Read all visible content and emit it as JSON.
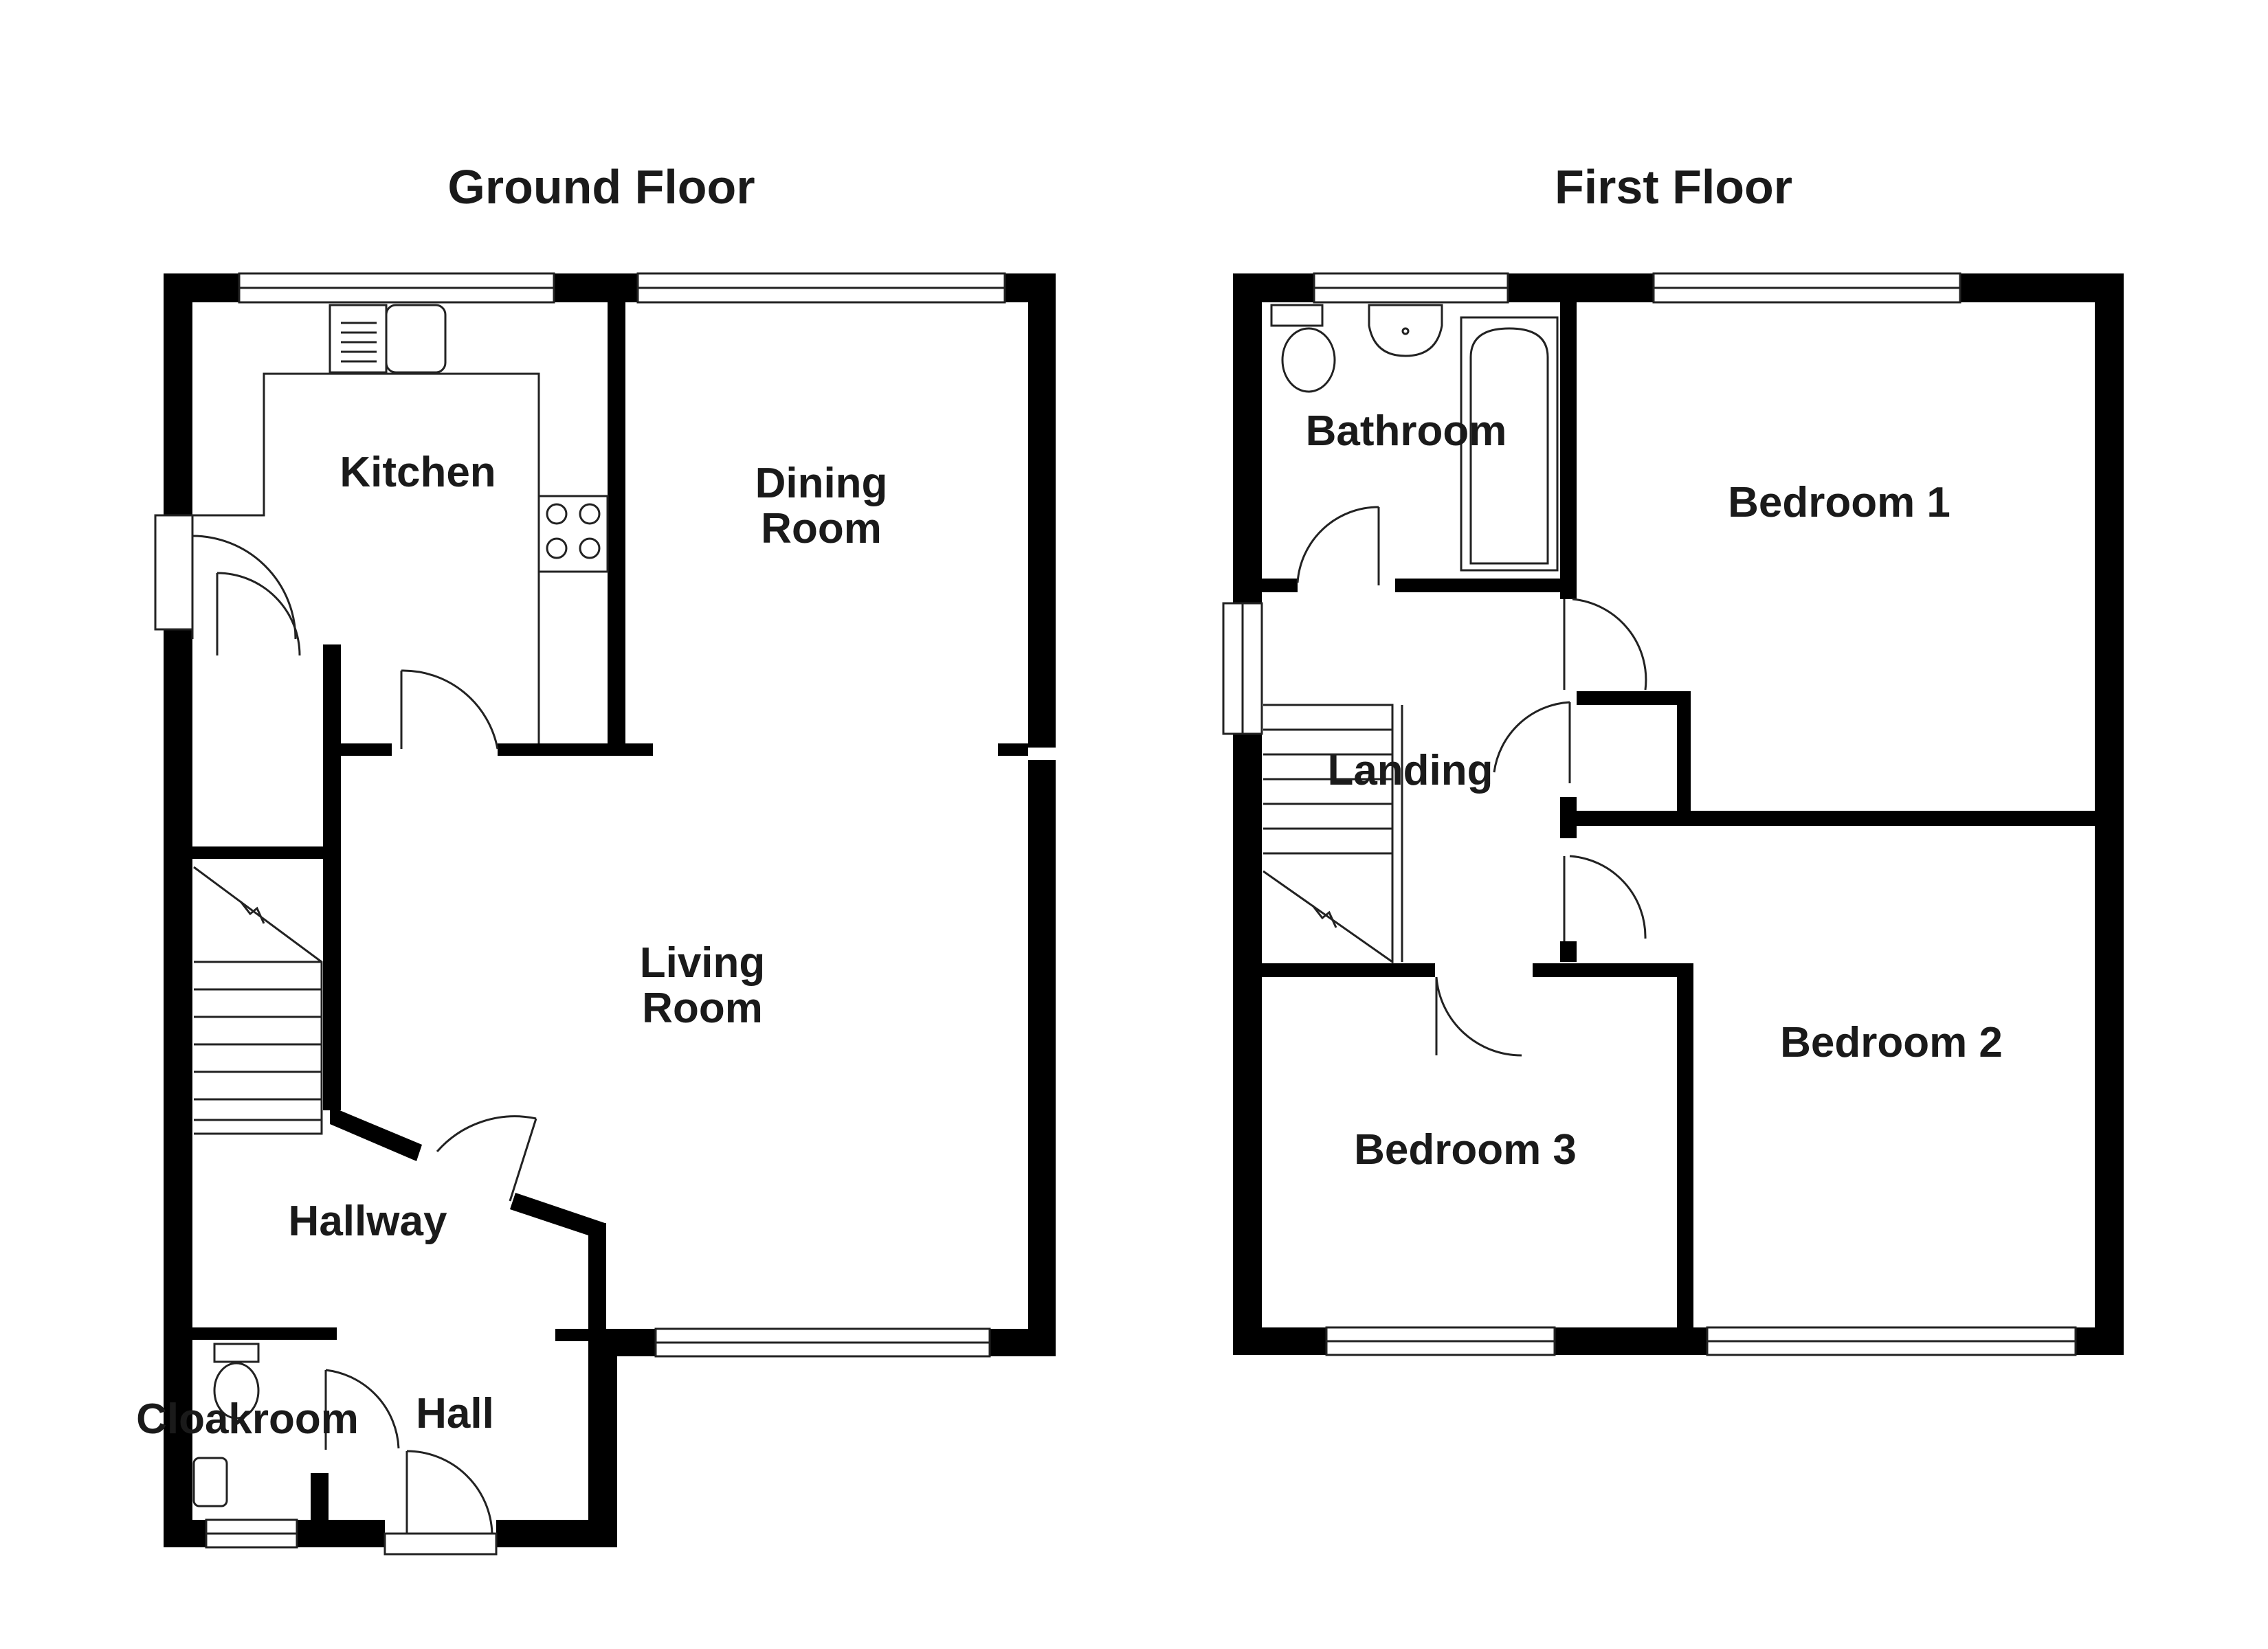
{
  "floors": {
    "ground": {
      "title": "Ground Floor",
      "rooms": {
        "kitchen": "Kitchen",
        "dining_line1": "Dining",
        "dining_line2": "Room",
        "living_line1": "Living",
        "living_line2": "Room",
        "hallway": "Hallway",
        "cloakroom": "Cloakroom",
        "hall": "Hall"
      }
    },
    "first": {
      "title": "First Floor",
      "rooms": {
        "bathroom": "Bathroom",
        "bedroom1": "Bedroom 1",
        "landing": "Landing",
        "bedroom2": "Bedroom 2",
        "bedroom3": "Bedroom 3"
      }
    }
  },
  "colors": {
    "wall": "#000000",
    "line": "#222222",
    "background": "#ffffff",
    "text": "#1a1a1a"
  }
}
